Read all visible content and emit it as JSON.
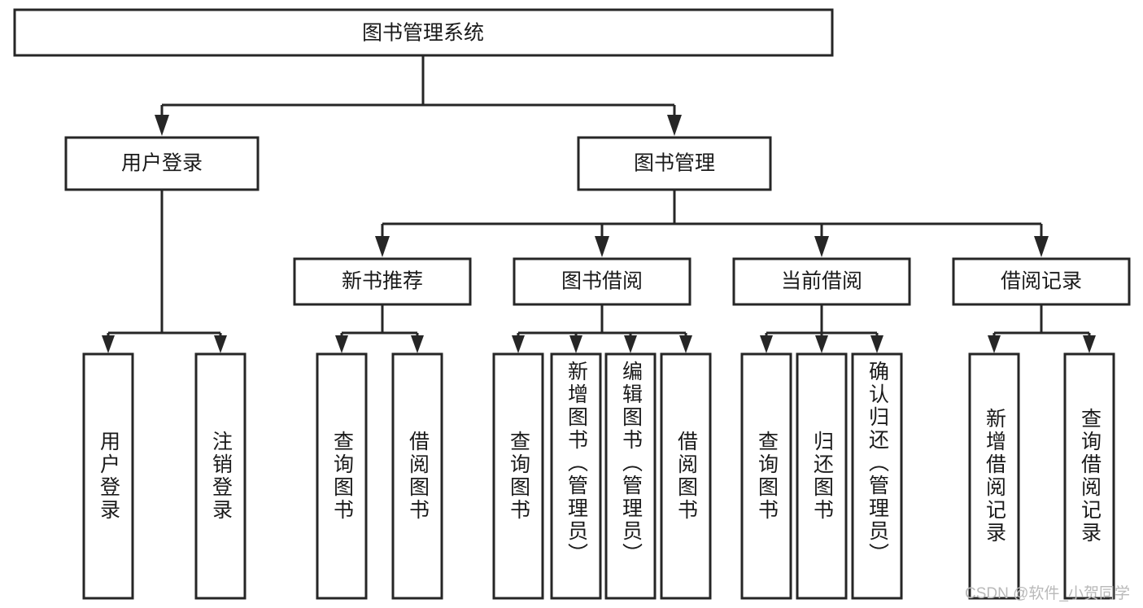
{
  "diagram": {
    "title": "图书管理系统",
    "type": "tree-hierarchy",
    "watermark": "CSDN @软件_小贺同学",
    "colors": {
      "stroke": "#262626",
      "fill": "#ffffff",
      "text": "#1a1a1a",
      "watermark": "#b9b9b9"
    },
    "levels": {
      "root": "图书管理系统",
      "level2": [
        "用户登录",
        "图书管理"
      ],
      "level3": [
        "新书推荐",
        "图书借阅",
        "当前借阅",
        "借阅记录"
      ]
    },
    "nodes": {
      "root": {
        "label": "图书管理系统"
      },
      "user_login": {
        "label": "用户登录"
      },
      "book_manage": {
        "label": "图书管理"
      },
      "new_book_rec": {
        "label": "新书推荐"
      },
      "book_borrow": {
        "label": "图书借阅"
      },
      "current_borrow": {
        "label": "当前借阅"
      },
      "borrow_record": {
        "label": "借阅记录"
      }
    },
    "leaves": {
      "user_login": [
        {
          "label": "用户登录"
        },
        {
          "label": "注销登录"
        }
      ],
      "new_book_rec": [
        {
          "label": "查询图书"
        },
        {
          "label": "借阅图书"
        }
      ],
      "book_borrow": [
        {
          "label": "查询图书"
        },
        {
          "label": "新增图书（管理员）"
        },
        {
          "label": "编辑图书（管理员）"
        },
        {
          "label": "借阅图书"
        }
      ],
      "current_borrow": [
        {
          "label": "查询图书"
        },
        {
          "label": "归还图书"
        },
        {
          "label": "确认归还（管理员）"
        }
      ],
      "borrow_record": [
        {
          "label": "新增借阅记录"
        },
        {
          "label": "查询借阅记录"
        }
      ]
    }
  }
}
